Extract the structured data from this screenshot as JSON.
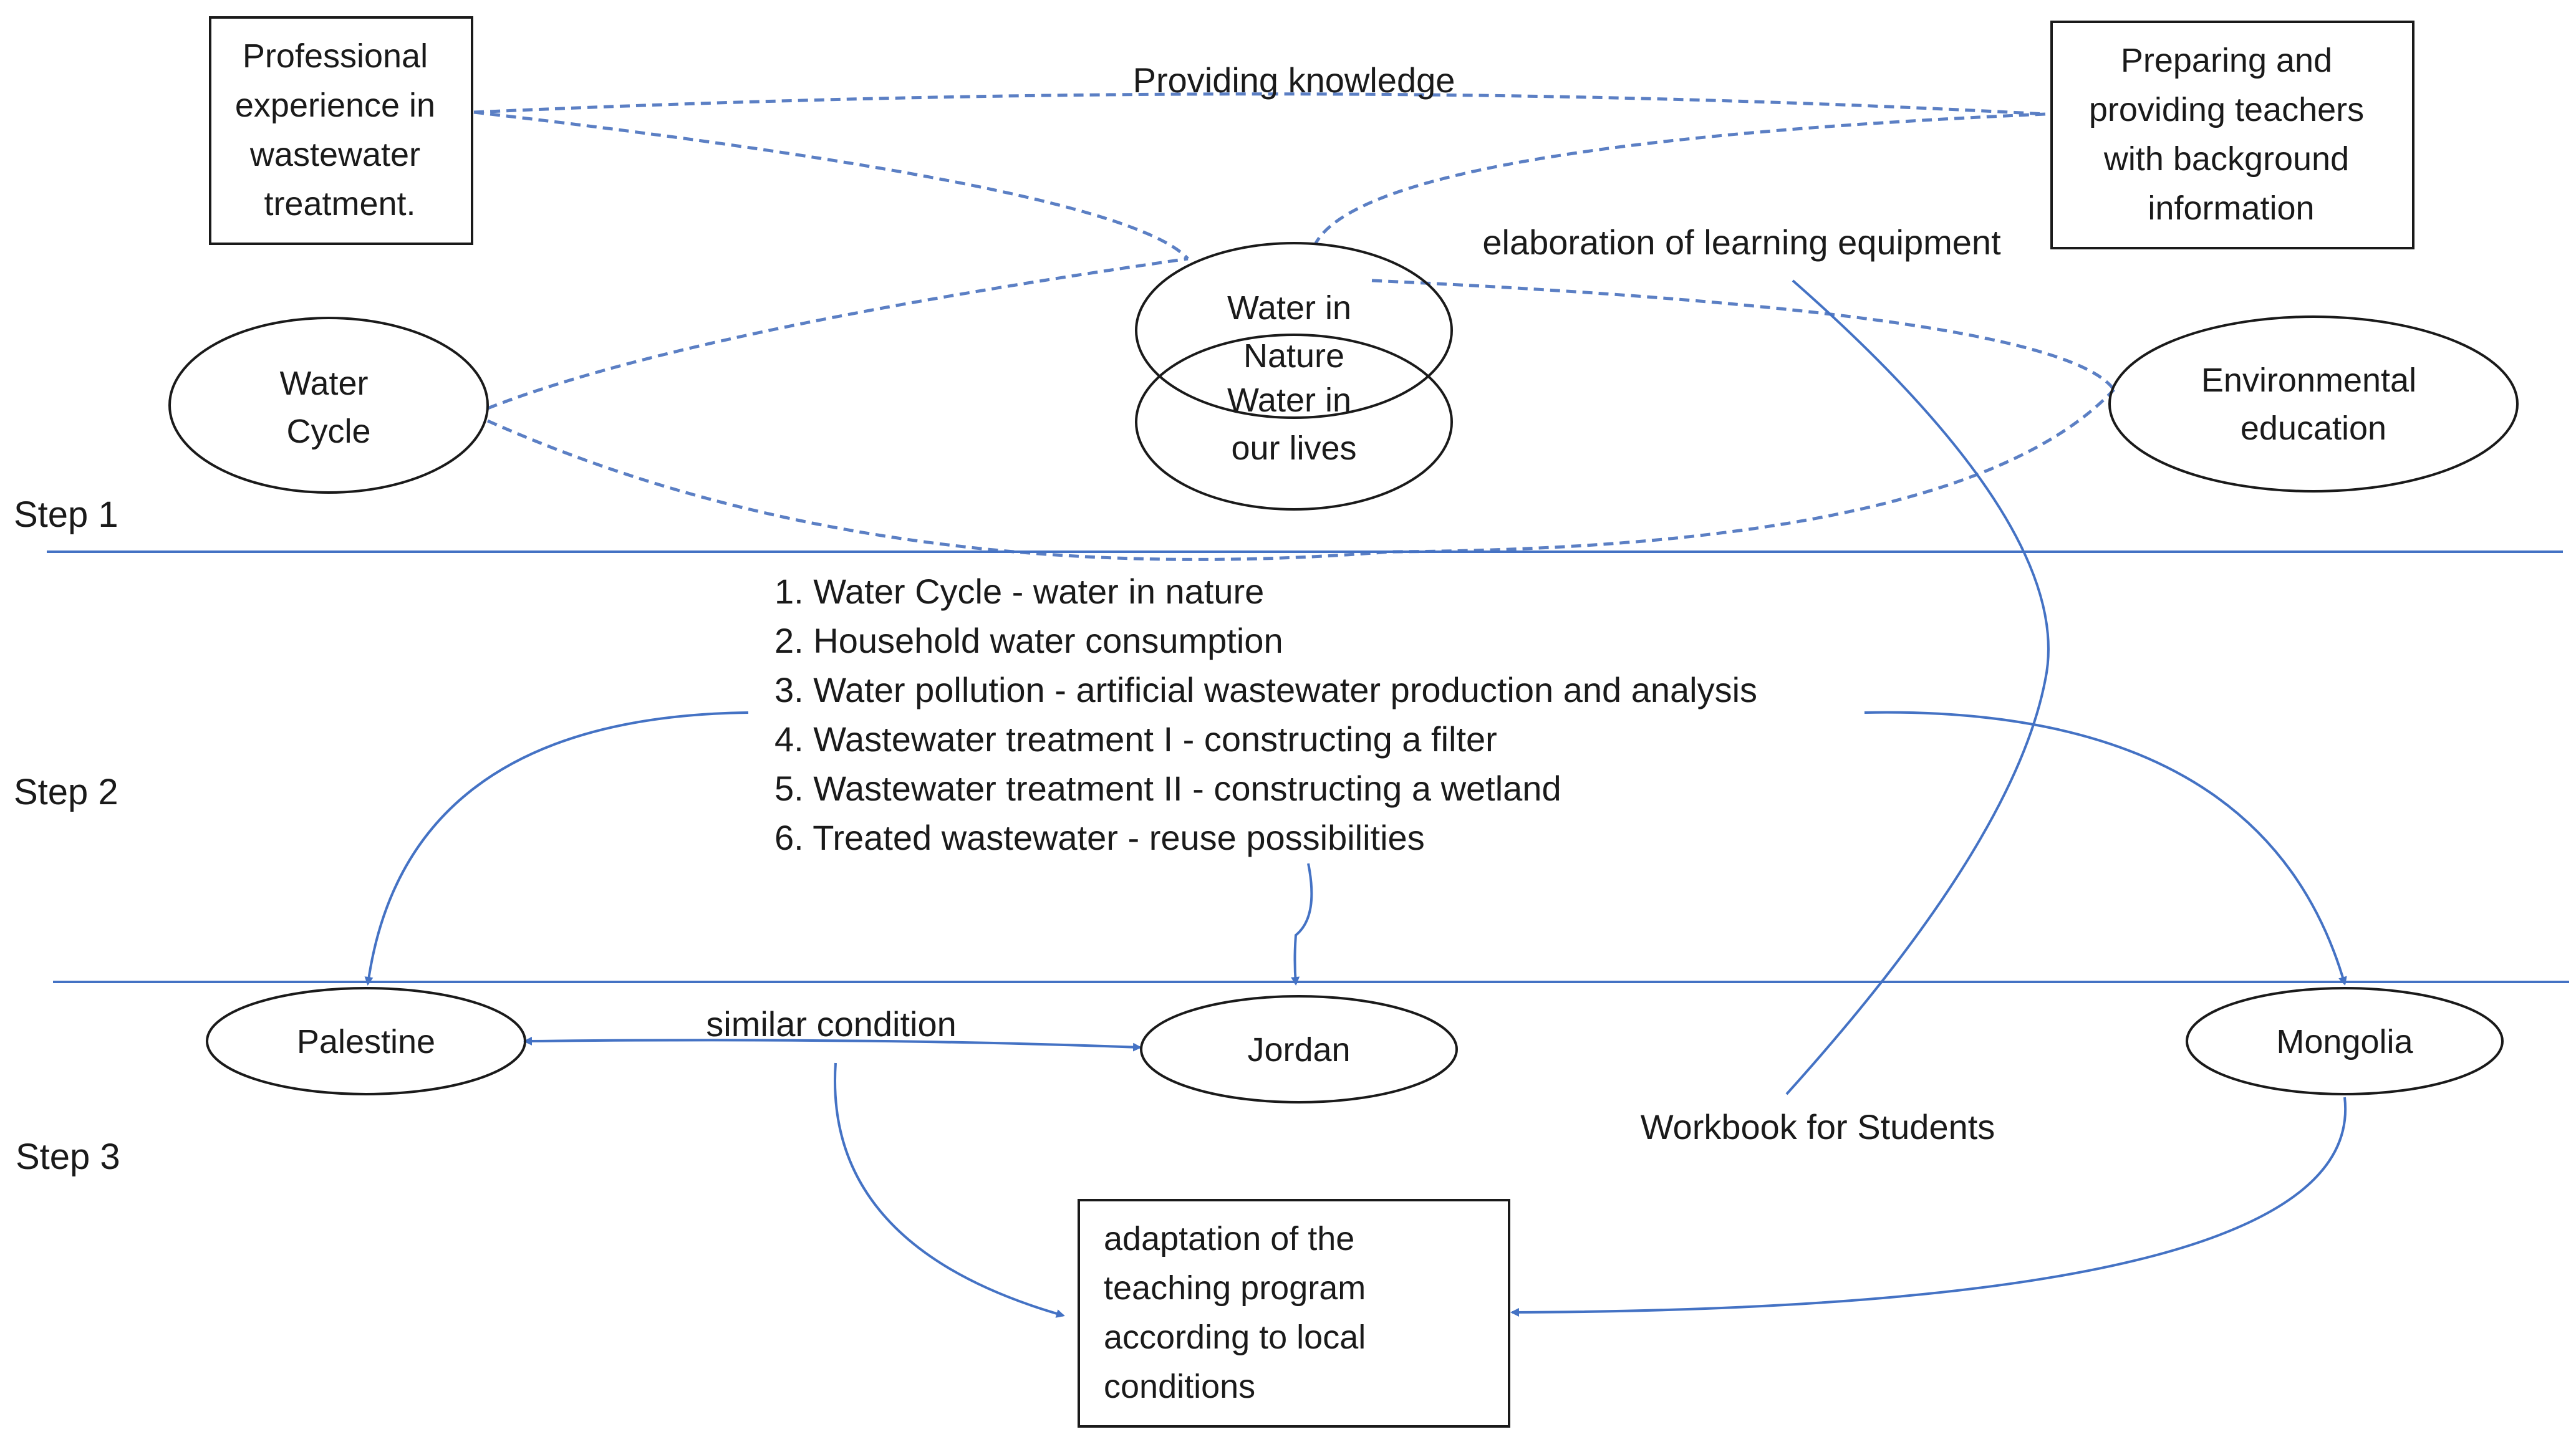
{
  "boxes": {
    "professional_experience": [
      "Professional",
      "experience in",
      "wastewater",
      "treatment."
    ],
    "preparing_teachers": [
      "Preparing and",
      "providing teachers",
      "with background",
      "information"
    ],
    "adaptation": [
      "adaptation of the",
      "teaching program",
      "according to local",
      "conditions"
    ]
  },
  "ellipses": {
    "water_cycle": [
      "Water",
      "Cycle"
    ],
    "water_in_nature": [
      "Water in",
      "Nature"
    ],
    "water_in_our_lives": [
      "Water in",
      "our lives"
    ],
    "environmental_education": [
      "Environmental",
      "education"
    ],
    "palestine": "Palestine",
    "jordan": "Jordan",
    "mongolia": "Mongolia"
  },
  "labels": {
    "providing_knowledge": "Providing knowledge",
    "elaboration": "elaboration of learning equipment",
    "similar_condition": "similar condition",
    "workbook": "Workbook for Students"
  },
  "steps": [
    "Step 1",
    "Step 2",
    "Step 3"
  ],
  "topics": [
    "1. Water Cycle - water in nature",
    "2. Household water consumption",
    "3. Water pollution - artificial wastewater production and analysis",
    "4. Wastewater treatment I - constructing a filter",
    "5. Wastewater treatment II - constructing a wetland",
    "6. Treated wastewater - reuse possibilities"
  ],
  "colors": {
    "arrow": "#4472c4",
    "dashed": "#5b7fc4",
    "divider": "#4472c4",
    "outline": "#1a1a1a"
  }
}
